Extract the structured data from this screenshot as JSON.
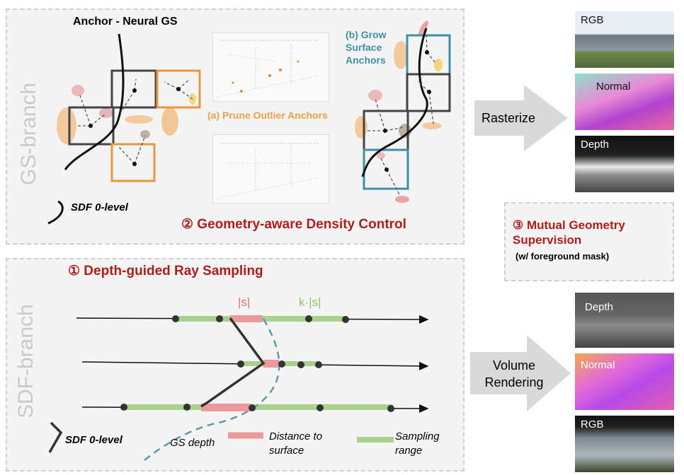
{
  "gs_branch": {
    "label": "GS-branch",
    "anchor_title": "Anchor - Neural GS",
    "prune_caption": "(a) Prune Outlier Anchors",
    "grow_caption": "(b) Grow Surface Anchors",
    "sdf_legend": "SDF 0-level",
    "density_title": "② Geometry-aware Density Control"
  },
  "sdf_branch": {
    "label": "SDF-branch",
    "sampling_title": "① Depth-guided Ray Sampling",
    "s_label": "|s|",
    "ks_label": "k·|s|",
    "legend": {
      "sdf": "SDF 0-level",
      "gs_depth": "GS depth",
      "distance": "Distance to surface",
      "sampling": "Sampling range"
    }
  },
  "right": {
    "rasterize": "Rasterize",
    "volume": "Volume Rendering",
    "top_thumbs": [
      "RGB",
      "Normal",
      "Depth"
    ],
    "bottom_thumbs": [
      "Depth",
      "Normal",
      "RGB"
    ],
    "mutual_title": "③ Mutual Geometry Supervision",
    "mutual_sub": "(w/ foreground mask)"
  },
  "colors": {
    "red": "#b01c1c",
    "orange": "#e8a04a",
    "teal": "#3f8fa6",
    "green": "#a9d18e",
    "pink": "#ec9a9a",
    "dash": "#5b9aa8"
  }
}
